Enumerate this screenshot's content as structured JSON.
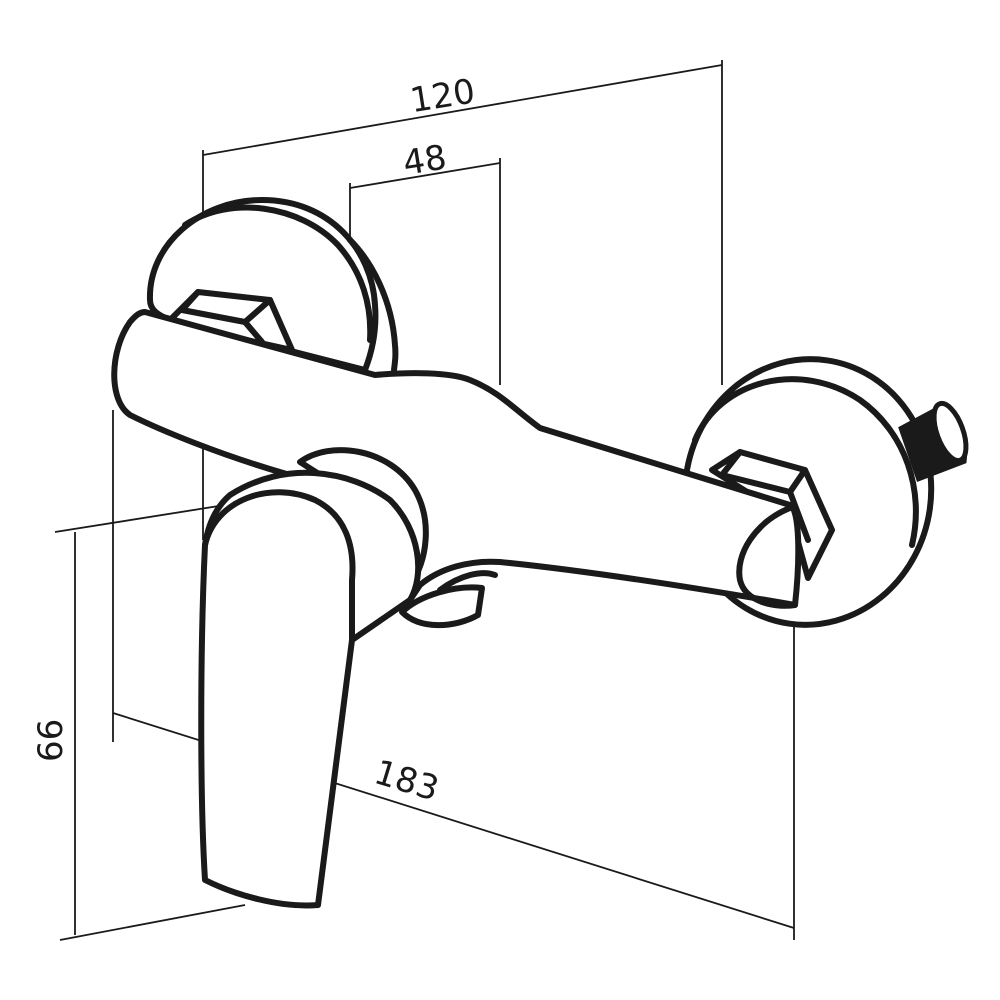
{
  "dimensions": {
    "overall_width": "120",
    "center_spacing": "48",
    "total_length": "183",
    "height": "66"
  },
  "colors": {
    "ink": "#1a1a1a",
    "background": "#ffffff"
  }
}
